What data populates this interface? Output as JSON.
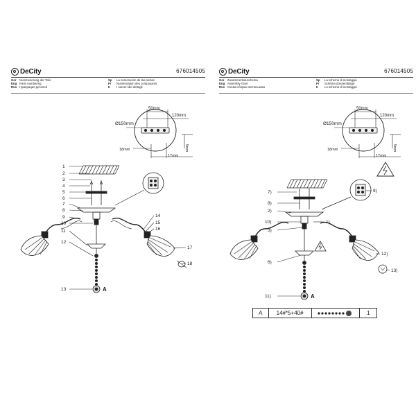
{
  "brand": "DeCity",
  "panels": [
    {
      "code": "676014505",
      "languages": [
        [
          {
            "code": "Ger",
            "text": "Nummerierung der Teile"
          },
          {
            "code": "Sp",
            "text": "La numeración de las piezas"
          }
        ],
        [
          {
            "code": "Eng",
            "text": "Parts numbering"
          },
          {
            "code": "Fr",
            "text": "Numérotation des composants"
          }
        ],
        [
          {
            "code": "Rus",
            "text": "Нумерация деталей"
          },
          {
            "code": "It",
            "text": "I numeri dei dettagli"
          }
        ]
      ],
      "dimensions": {
        "dia": "Ø150mm",
        "w50": "50mm",
        "w120": "120mm",
        "h18": "18mm",
        "h5": "5mm",
        "w17": "17mm"
      },
      "callouts_left": [
        "1",
        "2",
        "3",
        "4",
        "5",
        "6",
        "7",
        "8",
        "9",
        "10",
        "11",
        "12",
        "13"
      ],
      "callouts_right": [
        "14",
        "15",
        "16",
        "17",
        "18"
      ],
      "pendant_label": "A"
    },
    {
      "code": "676014505",
      "languages": [
        [
          {
            "code": "Ger",
            "text": "Zusammenbauschema"
          },
          {
            "code": "Sp",
            "text": "La schema di montaggio"
          }
        ],
        [
          {
            "code": "Eng",
            "text": "Assembly chart"
          },
          {
            "code": "Fr",
            "text": "Schéma d'assemblage"
          }
        ],
        [
          {
            "code": "Rus",
            "text": "Схема сборки светильника"
          },
          {
            "code": "It",
            "text": "Lo schema di montaggio"
          }
        ]
      ],
      "dimensions": {
        "dia": "Ø150mm",
        "w50": "50mm",
        "w120": "120mm",
        "h18": "18mm",
        "h5": "5mm",
        "w17": "17mm"
      },
      "callouts_left": [
        "7)",
        "8)",
        "2)",
        "10)",
        "3)",
        "6)",
        "11)"
      ],
      "callouts_right": [
        "9)",
        "1)",
        "12)",
        "13)"
      ],
      "pendant_label": "A",
      "kit": {
        "letter": "A",
        "spec": "14#*5+40#",
        "qty": "1"
      }
    }
  ]
}
